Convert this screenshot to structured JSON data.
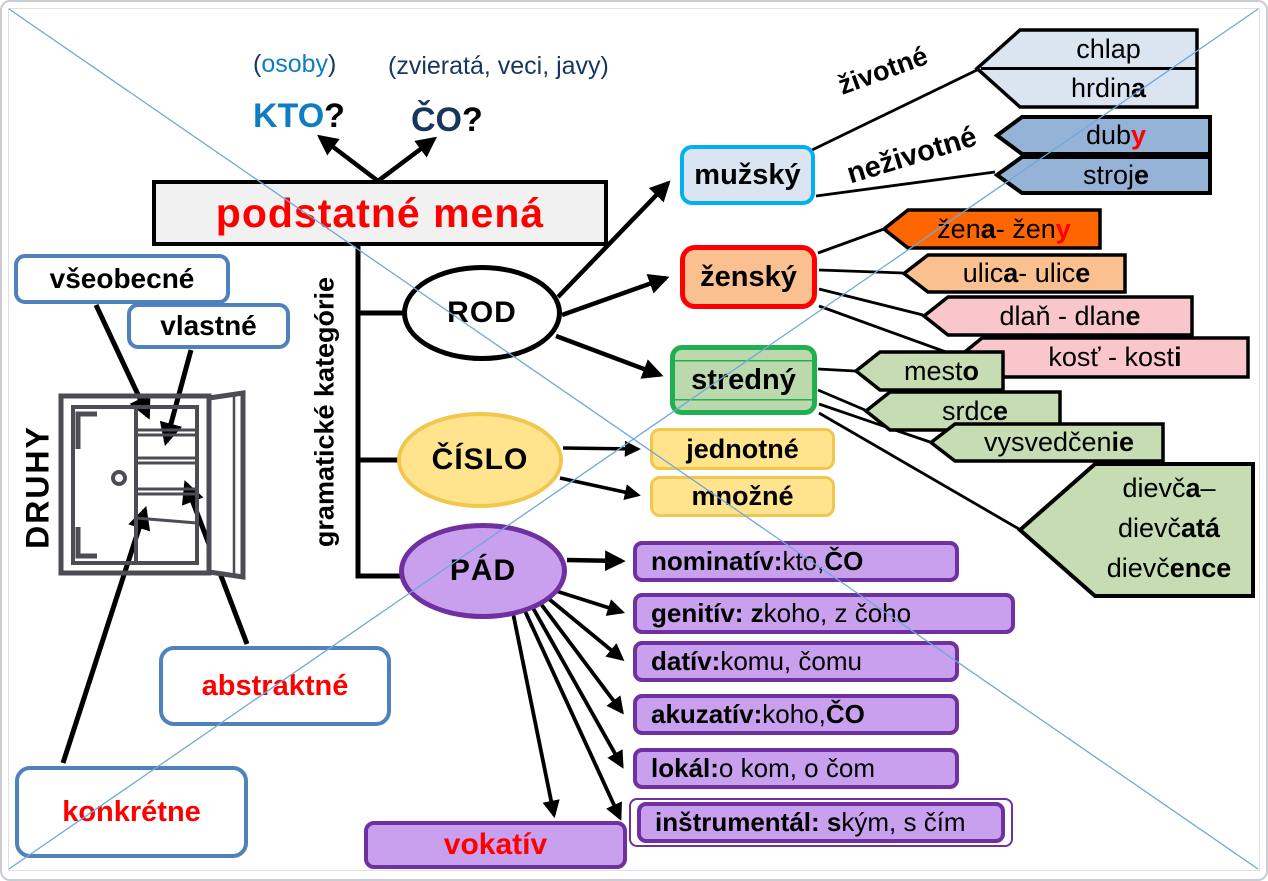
{
  "title": "podstatné mená",
  "questions": {
    "kto_hint": [
      {
        "t": "(",
        "s": "navy"
      },
      {
        "t": "osoby",
        "s": "blue"
      },
      {
        "t": ")",
        "s": "navy"
      }
    ],
    "co_hint": [
      {
        "t": "(zvieratá, veci, javy)",
        "s": "navy"
      }
    ],
    "kto": [
      {
        "t": "KTO",
        "s": "blue"
      },
      {
        "t": "?",
        "s": "black"
      }
    ],
    "co": [
      {
        "t": "ČO",
        "s": "navy"
      },
      {
        "t": "?",
        "s": "black"
      }
    ]
  },
  "axis_label": "gramatické kategórie",
  "nodes": {
    "rod": "ROD",
    "cislo": "ČÍSLO",
    "pad": "PÁD"
  },
  "genders": {
    "muzsky": "mužský",
    "zensky": "ženský",
    "stredny": "stredný"
  },
  "gender_branch_labels": {
    "zivotne": "životné",
    "nezivotne": "neživotné"
  },
  "numbers": {
    "jednotne": "jednotné",
    "mnozne": "množné"
  },
  "cases": [
    {
      "id": "nominativ",
      "segments": [
        {
          "t": "nominatív:",
          "s": "b"
        },
        {
          "t": " kto, "
        },
        {
          "t": "ČO",
          "s": "b"
        }
      ]
    },
    {
      "id": "genitiv",
      "segments": [
        {
          "t": "genitív: z",
          "s": "b"
        },
        {
          "t": " koho, z čoho"
        }
      ]
    },
    {
      "id": "dativ",
      "segments": [
        {
          "t": "datív:",
          "s": "b"
        },
        {
          "t": " komu, čomu"
        }
      ]
    },
    {
      "id": "akuzativ",
      "segments": [
        {
          "t": "akuzatív:",
          "s": "b"
        },
        {
          "t": " koho, "
        },
        {
          "t": "ČO",
          "s": "b"
        }
      ]
    },
    {
      "id": "lokal",
      "segments": [
        {
          "t": "lokál:",
          "s": "b"
        },
        {
          "t": " o kom, o čom"
        }
      ]
    },
    {
      "id": "instrumental",
      "segments": [
        {
          "t": "inštrumentál: s",
          "s": "b"
        },
        {
          "t": " kým, s čím"
        }
      ]
    }
  ],
  "vokativ": "vokatív",
  "examples": {
    "chlap": [
      {
        "t": "chlap"
      }
    ],
    "hrdina": [
      {
        "t": "hrdin"
      },
      {
        "t": "a",
        "s": "b"
      }
    ],
    "duby": [
      {
        "t": "dub"
      },
      {
        "t": "y",
        "s": "b r"
      }
    ],
    "stroje": [
      {
        "t": "stroj"
      },
      {
        "t": "e",
        "s": "b"
      }
    ],
    "zena": [
      {
        "t": "žen"
      },
      {
        "t": "a",
        "s": "b"
      },
      {
        "t": " - žen"
      },
      {
        "t": "y",
        "s": "b r"
      }
    ],
    "ulica": [
      {
        "t": "ulic"
      },
      {
        "t": "a",
        "s": "b"
      },
      {
        "t": " - ulic"
      },
      {
        "t": "e",
        "s": "b"
      }
    ],
    "dlan": [
      {
        "t": "dlaň - dlan"
      },
      {
        "t": "e",
        "s": "b"
      }
    ],
    "kost": [
      {
        "t": "kosť - kost"
      },
      {
        "t": "i",
        "s": "b"
      }
    ],
    "mesto": [
      {
        "t": "mest"
      },
      {
        "t": "o",
        "s": "b"
      }
    ],
    "srdce": [
      {
        "t": "srdc"
      },
      {
        "t": "e",
        "s": "b"
      }
    ],
    "vysvedcenie": [
      {
        "t": "vysvedčen"
      },
      {
        "t": "ie",
        "s": "b"
      }
    ],
    "dievca_line1": [
      {
        "t": "dievč"
      },
      {
        "t": "a",
        "s": "b"
      },
      {
        "t": " –"
      }
    ],
    "dievca_line2": [
      {
        "t": "dievč"
      },
      {
        "t": "atá",
        "s": "b"
      }
    ],
    "dievca_line3": [
      {
        "t": "dievč"
      },
      {
        "t": "ence",
        "s": "b"
      }
    ]
  },
  "druhy": {
    "label": "DRUHY",
    "vseobecne": "všeobecné",
    "vlastne": "vlastné",
    "abstraktne": "abstraktné",
    "konkretne": "konkrétne"
  },
  "colors": {
    "title_red": "#fe0000",
    "masculine_border": "#00b0f0",
    "feminine_border": "#fe0000",
    "neuter_border": "#21b050",
    "case_purple_fill": "#c9a0ee",
    "case_purple_border": "#7030a0",
    "number_yellow_fill": "#ffe48d",
    "tag_light_blue": "#dbe5f1",
    "tag_mid_blue": "#95b3d7",
    "tag_orange": "#ff6600",
    "tag_peach": "#fac090",
    "tag_pink": "#f9c6cb",
    "tag_green": "#c6dcb2",
    "type_box_border": "#4f81bd",
    "decor_line": "#6fa8dc",
    "hint_blue": "#0f7dc2",
    "hint_navy": "#17365d"
  }
}
